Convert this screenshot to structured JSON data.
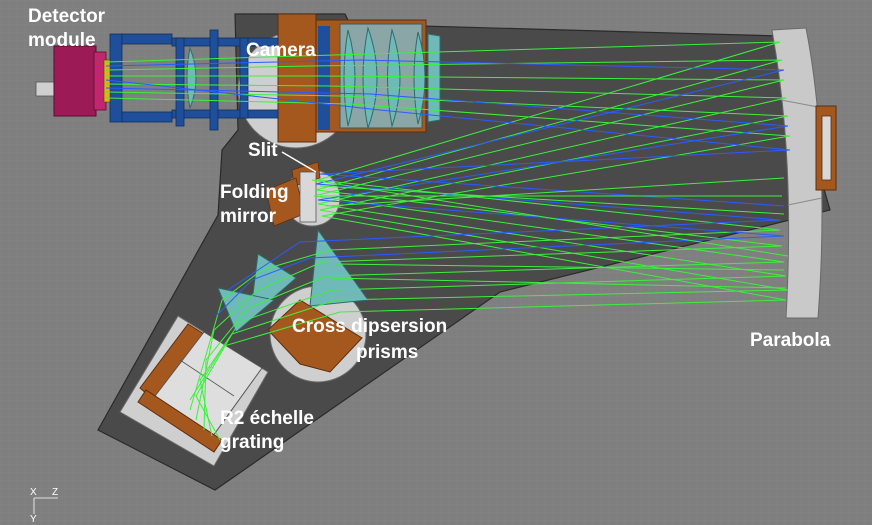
{
  "labels": {
    "detector_line1": "Detector",
    "detector_line2": "module",
    "camera": "Camera",
    "slit": "Slit",
    "folding_line1": "Folding",
    "folding_line2": "mirror",
    "prisms_line1": "Cross dipsersion",
    "prisms_line2": "prisms",
    "parabola": "Parabola",
    "grating_line1": "R2 échelle",
    "grating_line2": "grating"
  },
  "axes": {
    "x": "X",
    "z": "Z",
    "y": "Y"
  },
  "colors": {
    "background": "#7f7f7f",
    "bench": "#4a4a4a",
    "ray_green": "#3cf03c",
    "ray_blue": "#2a5cff",
    "mount_orange": "#a5581e",
    "optic_teal": "#6fb9b9",
    "frame_blue": "#1f4f9a",
    "detector_magenta": "#9c1a55"
  }
}
